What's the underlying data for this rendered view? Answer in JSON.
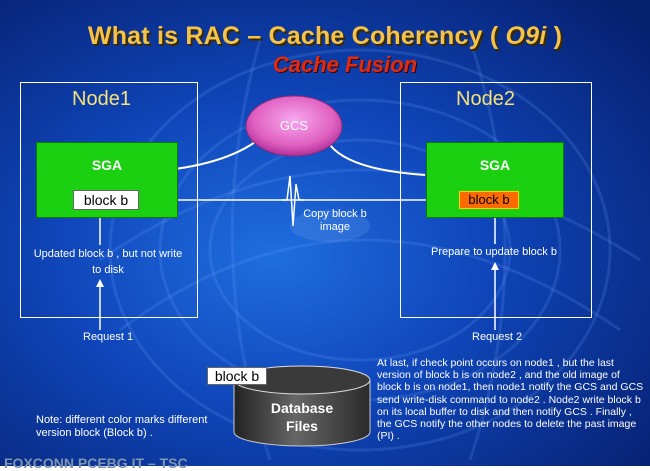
{
  "title": {
    "main_prefix": "What is RAC – Cache Coherency ( ",
    "main_version": "O9i",
    "main_suffix": " )",
    "subtitle": "Cache Fusion"
  },
  "node1": {
    "label": "Node1",
    "sga_label": "SGA",
    "block_label": "block  b",
    "note": "Updated block b , but not write to disk",
    "request": "Request  1"
  },
  "node2": {
    "label": "Node2",
    "sga_label": "SGA",
    "block_label": "block  b",
    "note": "Prepare to update block b",
    "request": "Request 2"
  },
  "gcs": {
    "label": "GCS"
  },
  "copy": {
    "label": "Copy block b   image"
  },
  "database": {
    "block_label": "block  b",
    "label_line1": "Database",
    "label_line2": "Files"
  },
  "note": {
    "text": "Note: different color marks different version block (Block b) ."
  },
  "explanation": {
    "text": "At last, if check point occurs on node1 , but the last version of block b is on node2 , and the old image of block b is on node1, then node1 notify the GCS and GCS send write-disk command to node2 . Node2 write block b on its local buffer to disk and then notify GCS .  Finally , the GCS notify the other nodes to delete the past image (PI) ."
  },
  "footer": {
    "text": "FOXCONN PCEBG IT  –  TSC"
  },
  "colors": {
    "sga": "#1bd011",
    "gcs": "#e060c0",
    "title": "#f5c24a",
    "subtitle": "#e02b10",
    "new_block": "#ff6a00"
  }
}
